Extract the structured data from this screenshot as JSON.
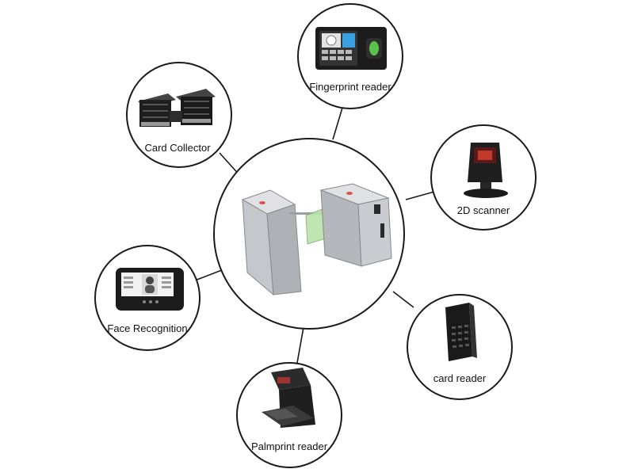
{
  "center": {
    "icon": "swing-turnstile-gate-icon"
  },
  "nodes": [
    {
      "id": "fingerprint",
      "label": "Fingerprint reader",
      "icon": "fingerprint-terminal-icon"
    },
    {
      "id": "scanner2d",
      "label": "2D scanner",
      "icon": "barcode-scanner-icon"
    },
    {
      "id": "cardreader",
      "label": "card reader",
      "icon": "card-reader-icon"
    },
    {
      "id": "palmprint",
      "label": "Palmprint reader",
      "icon": "palm-reader-icon"
    },
    {
      "id": "face",
      "label": "Face Recognition",
      "icon": "face-terminal-icon"
    },
    {
      "id": "collector",
      "label": "Card Collector",
      "icon": "card-collector-icon"
    }
  ],
  "colors": {
    "line": "#1a1a1a",
    "metal": "#c9ccd0",
    "glass": "#b9e3a8",
    "device": "#1c1c1c"
  }
}
